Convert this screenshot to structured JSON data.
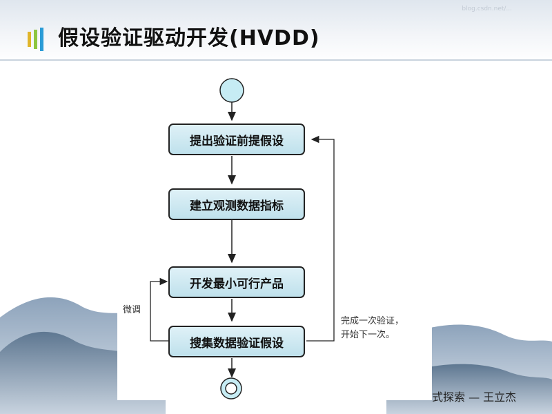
{
  "slide": {
    "title": "假设验证驱动开发(HVDD)",
    "watermark": "blog.csdn.net/...",
    "caption": "式探索 — 王立杰",
    "accent_colors": [
      "#e0b52a",
      "#8dc63f",
      "#2a9bd6"
    ]
  },
  "diagram": {
    "start_node": "start-circle",
    "end_node": "end-circle",
    "steps": [
      {
        "label": "提出验证前提假设"
      },
      {
        "label": "建立观测数据指标"
      },
      {
        "label": "开发最小可行产品"
      },
      {
        "label": "搜集数据验证假设"
      }
    ],
    "loop_label_left": "微调",
    "loop_label_right_line1": "完成一次验证，",
    "loop_label_right_line2": "开始下一次。"
  }
}
